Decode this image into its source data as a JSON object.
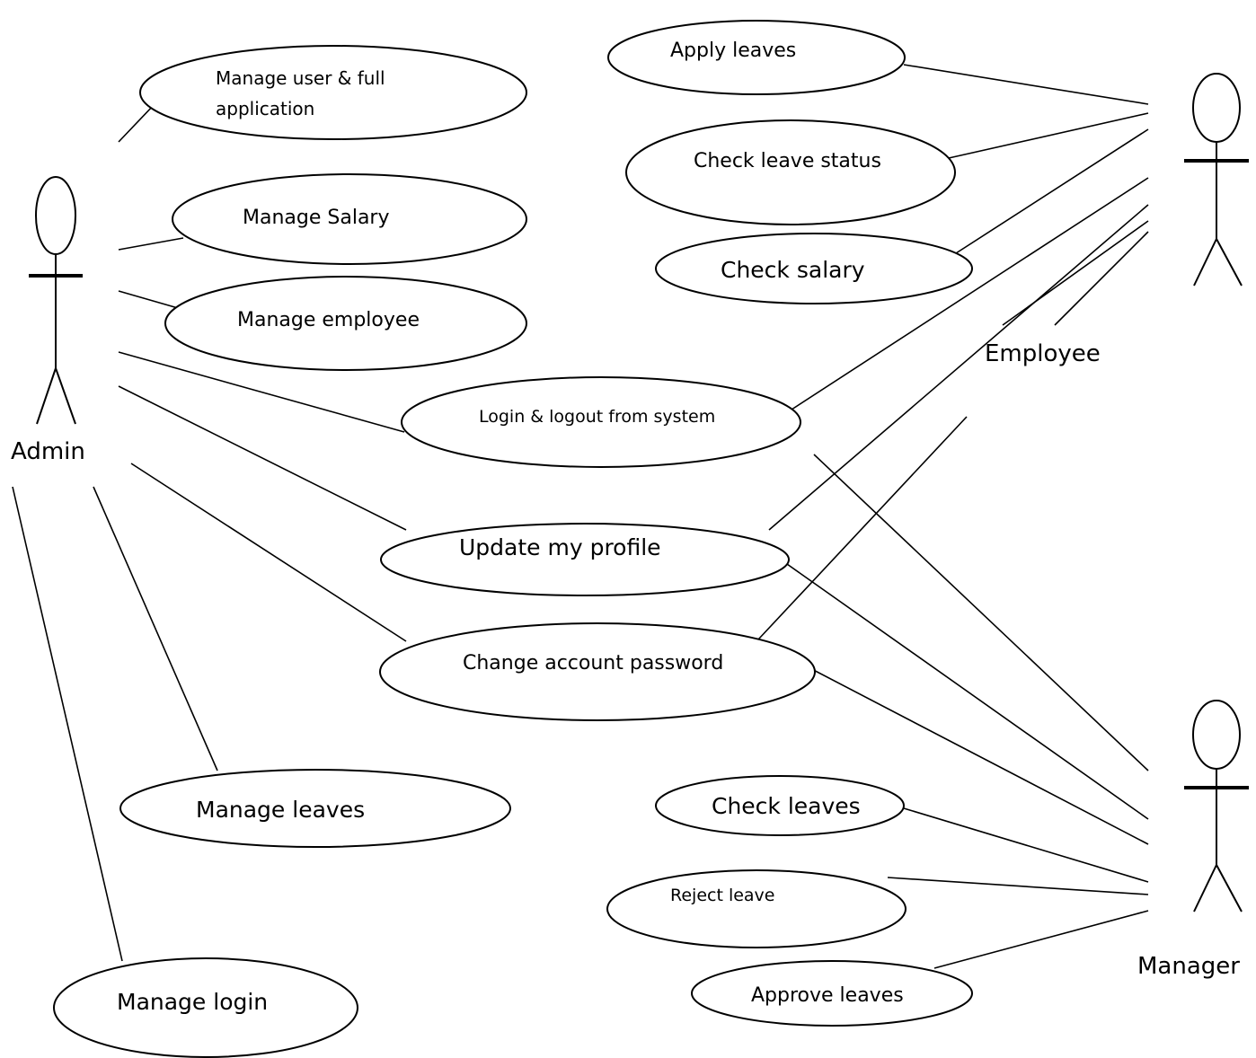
{
  "actors": {
    "admin": {
      "label": "Admin"
    },
    "employee": {
      "label": "Employee"
    },
    "manager": {
      "label": "Manager"
    }
  },
  "use_cases": {
    "manage_user_full_application": {
      "line1": "Manage user & full",
      "line2": "application"
    },
    "manage_salary": {
      "label": "Manage Salary"
    },
    "manage_employee": {
      "label": "Manage employee"
    },
    "login_logout": {
      "label": "Login & logout from system"
    },
    "update_my_profile": {
      "label": "Update my profile"
    },
    "change_account_password": {
      "label": "Change account password"
    },
    "manage_leaves": {
      "label": "Manage leaves"
    },
    "manage_login": {
      "label": "Manage login"
    },
    "apply_leaves": {
      "label": "Apply leaves"
    },
    "check_leave_status": {
      "label": "Check leave status"
    },
    "check_salary": {
      "label": "Check salary"
    },
    "check_leaves": {
      "label": "Check leaves"
    },
    "reject_leave": {
      "label": "Reject leave"
    },
    "approve_leaves": {
      "label": "Approve leaves"
    }
  }
}
